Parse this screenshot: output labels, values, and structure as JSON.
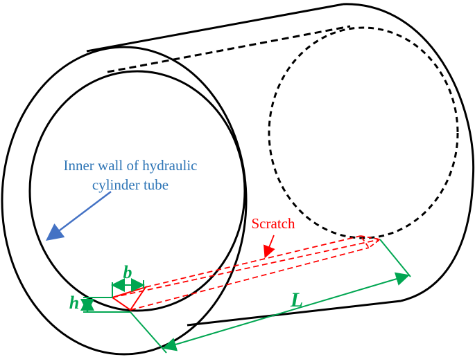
{
  "labels": {
    "inner_wall_line1": "Inner wall of hydraulic",
    "inner_wall_line2": "cylinder tube",
    "scratch": "Scratch",
    "b": "b",
    "h": "h",
    "L": "L"
  },
  "colors": {
    "outline": "#000000",
    "scratch": "#ff0000",
    "dimension": "#00a651",
    "inner_wall_text": "#2e75b6",
    "arrow_blue": "#4472c4"
  }
}
